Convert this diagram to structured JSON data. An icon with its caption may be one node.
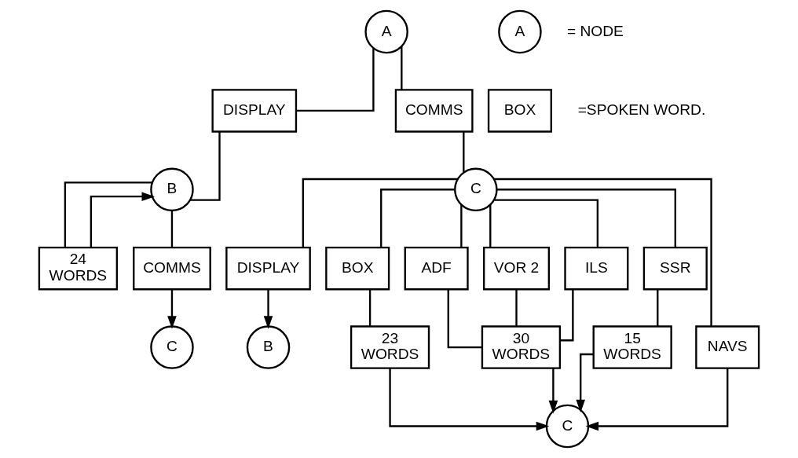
{
  "diagram": {
    "nodes": [
      {
        "text": [
          "A"
        ]
      },
      {
        "text": [
          "DISPLAY"
        ]
      },
      {
        "text": [
          "COMMS"
        ]
      },
      {
        "text": [
          "B"
        ]
      },
      {
        "text": [
          "C"
        ]
      },
      {
        "text": [
          "24 WORDS"
        ]
      },
      {
        "text": [
          "COMMS"
        ]
      },
      {
        "text": [
          "C"
        ]
      },
      {
        "text": [
          "DISPLAY"
        ]
      },
      {
        "text": [
          "BOX"
        ]
      },
      {
        "text": [
          "ADF"
        ]
      },
      {
        "text": [
          "VOR 2"
        ]
      },
      {
        "text": [
          "ILS"
        ]
      },
      {
        "text": [
          "SSR"
        ]
      },
      {
        "text": [
          "NAVS"
        ]
      },
      {
        "text": [
          "B"
        ]
      },
      {
        "text": [
          "23 WORDS"
        ]
      },
      {
        "text": [
          "30 WORDS"
        ]
      },
      {
        "text": [
          "15 WORDS"
        ]
      },
      {
        "text": [
          "C"
        ]
      },
      {
        "text": [
          "A"
        ],
        "beside": [
          "= NODE"
        ]
      },
      {
        "text": [
          "BOX"
        ],
        "beside": [
          "=SPOKEN WORD."
        ]
      }
    ],
    "edges": [
      {
        "from": 0,
        "to": 1,
        "arrow": "none"
      },
      {
        "from": 0,
        "to": 2,
        "arrow": "none"
      },
      {
        "from": 1,
        "to": 3,
        "arrow": "none"
      },
      {
        "from": 2,
        "to": 4,
        "arrow": "none"
      },
      {
        "from": 3,
        "to": 5,
        "arrow": "none"
      },
      {
        "from": 3,
        "to": 6,
        "arrow": "none"
      },
      {
        "from": 5,
        "to": 3,
        "arrow": "to"
      },
      {
        "from": 6,
        "to": 7,
        "arrow": "to"
      },
      {
        "from": 4,
        "to": 8,
        "arrow": "none"
      },
      {
        "from": 4,
        "to": 9,
        "arrow": "none"
      },
      {
        "from": 4,
        "to": 10,
        "arrow": "none"
      },
      {
        "from": 4,
        "to": 11,
        "arrow": "none"
      },
      {
        "from": 4,
        "to": 12,
        "arrow": "none"
      },
      {
        "from": 4,
        "to": 13,
        "arrow": "none"
      },
      {
        "from": 4,
        "to": 14,
        "arrow": "none"
      },
      {
        "from": 8,
        "to": 15,
        "arrow": "to"
      },
      {
        "from": 9,
        "to": 16,
        "arrow": "none"
      },
      {
        "from": 10,
        "to": 17,
        "arrow": "none"
      },
      {
        "from": 11,
        "to": 17,
        "arrow": "none"
      },
      {
        "from": 12,
        "to": 17,
        "arrow": "none"
      },
      {
        "from": 13,
        "to": 18,
        "arrow": "none"
      },
      {
        "from": 16,
        "to": 19,
        "arrow": "to"
      },
      {
        "from": 17,
        "to": 19,
        "arrow": "to"
      },
      {
        "from": 18,
        "to": 19,
        "arrow": "to"
      },
      {
        "from": 14,
        "to": 19,
        "arrow": "to"
      }
    ]
  }
}
